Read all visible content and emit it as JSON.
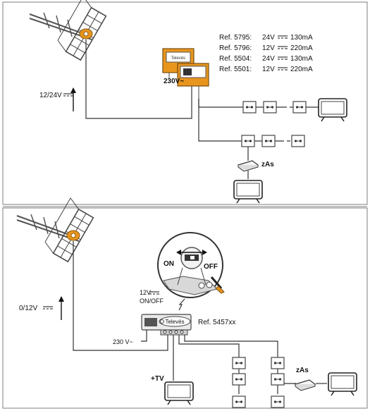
{
  "top_panel": {
    "mains_label": "230V~",
    "dc_feed_label": "12/24V",
    "references": [
      {
        "ref": "Ref. 5795:",
        "spec": "24V",
        "current": "130mA"
      },
      {
        "ref": "Ref. 5796:",
        "spec": "12V",
        "current": "220mA"
      },
      {
        "ref": "Ref. 5504:",
        "spec": "24V",
        "current": "130mA"
      },
      {
        "ref": "Ref. 5501:",
        "spec": "12V",
        "current": "220mA"
      }
    ],
    "device_label": "zAs"
  },
  "bottom_panel": {
    "switch_on": "ON",
    "switch_off": "OFF",
    "control_line1": "12V",
    "control_line2": "ON/OFF",
    "dc_feed_label": "0/12V",
    "brand": "Televés",
    "ref_label": "Ref. 5457xx",
    "mains_label": "230 V~",
    "tv_label": "+TV",
    "device_label": "zAs"
  },
  "colors": {
    "accent_orange": "#e8951e",
    "panel_border": "#7d7d7d",
    "separator": "#9a9a9a",
    "line": "#333333"
  }
}
